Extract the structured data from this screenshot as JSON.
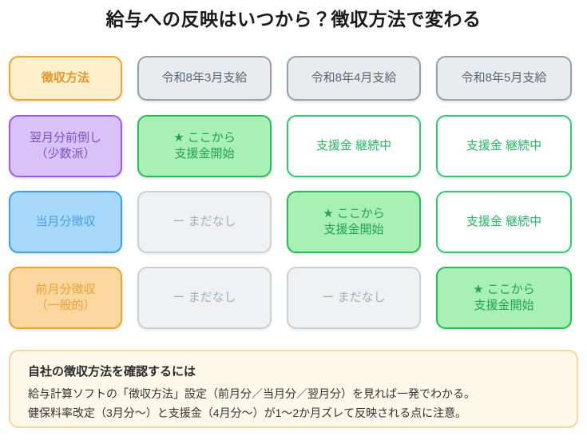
{
  "title": "給与への反映はいつから？徴収方法で変わる",
  "matrix": {
    "header": {
      "label": "徴収方法",
      "months": [
        "令和8年3月支給",
        "令和8年4月支給",
        "令和8年5月支給"
      ]
    },
    "rows": [
      {
        "label": "翌月分前倒し\n（少数派）",
        "label_style": "purple",
        "cells": [
          {
            "text": "★ ここから\n支援金開始",
            "state": "start"
          },
          {
            "text": "支援金 継続中",
            "state": "cont"
          },
          {
            "text": "支援金 継続中",
            "state": "cont"
          }
        ]
      },
      {
        "label": "当月分徴収",
        "label_style": "blue",
        "cells": [
          {
            "text": "ー まだなし",
            "state": "none"
          },
          {
            "text": "★ ここから\n支援金開始",
            "state": "start"
          },
          {
            "text": "支援金 継続中",
            "state": "cont"
          }
        ]
      },
      {
        "label": "前月分徴収\n（一般的）",
        "label_style": "orange",
        "cells": [
          {
            "text": "ー まだなし",
            "state": "none"
          },
          {
            "text": "ー まだなし",
            "state": "none"
          },
          {
            "text": "★ ここから\n支援金開始",
            "state": "start"
          }
        ]
      }
    ]
  },
  "note": {
    "heading": "自社の徴収方法を確認するには",
    "lines": [
      "給与計算ソフトの「徴収方法」設定（前月分／当月分／翌月分）を見れば一発でわかる。",
      "健保料率改定（3月分〜）と支援金（4月分〜）が1〜2か月ズレて反映される点に注意。"
    ]
  },
  "colors": {
    "accent_orange": "#f0a62c",
    "accent_purple": "#9a5cea",
    "accent_blue": "#39a2e8",
    "accent_green": "#2ecc71",
    "start_fill": "#a9f0b5",
    "none_fill": "#f0f1f2",
    "note_fill": "#fdf8e9"
  },
  "icons": {
    "star": "★",
    "dash": "ー"
  }
}
